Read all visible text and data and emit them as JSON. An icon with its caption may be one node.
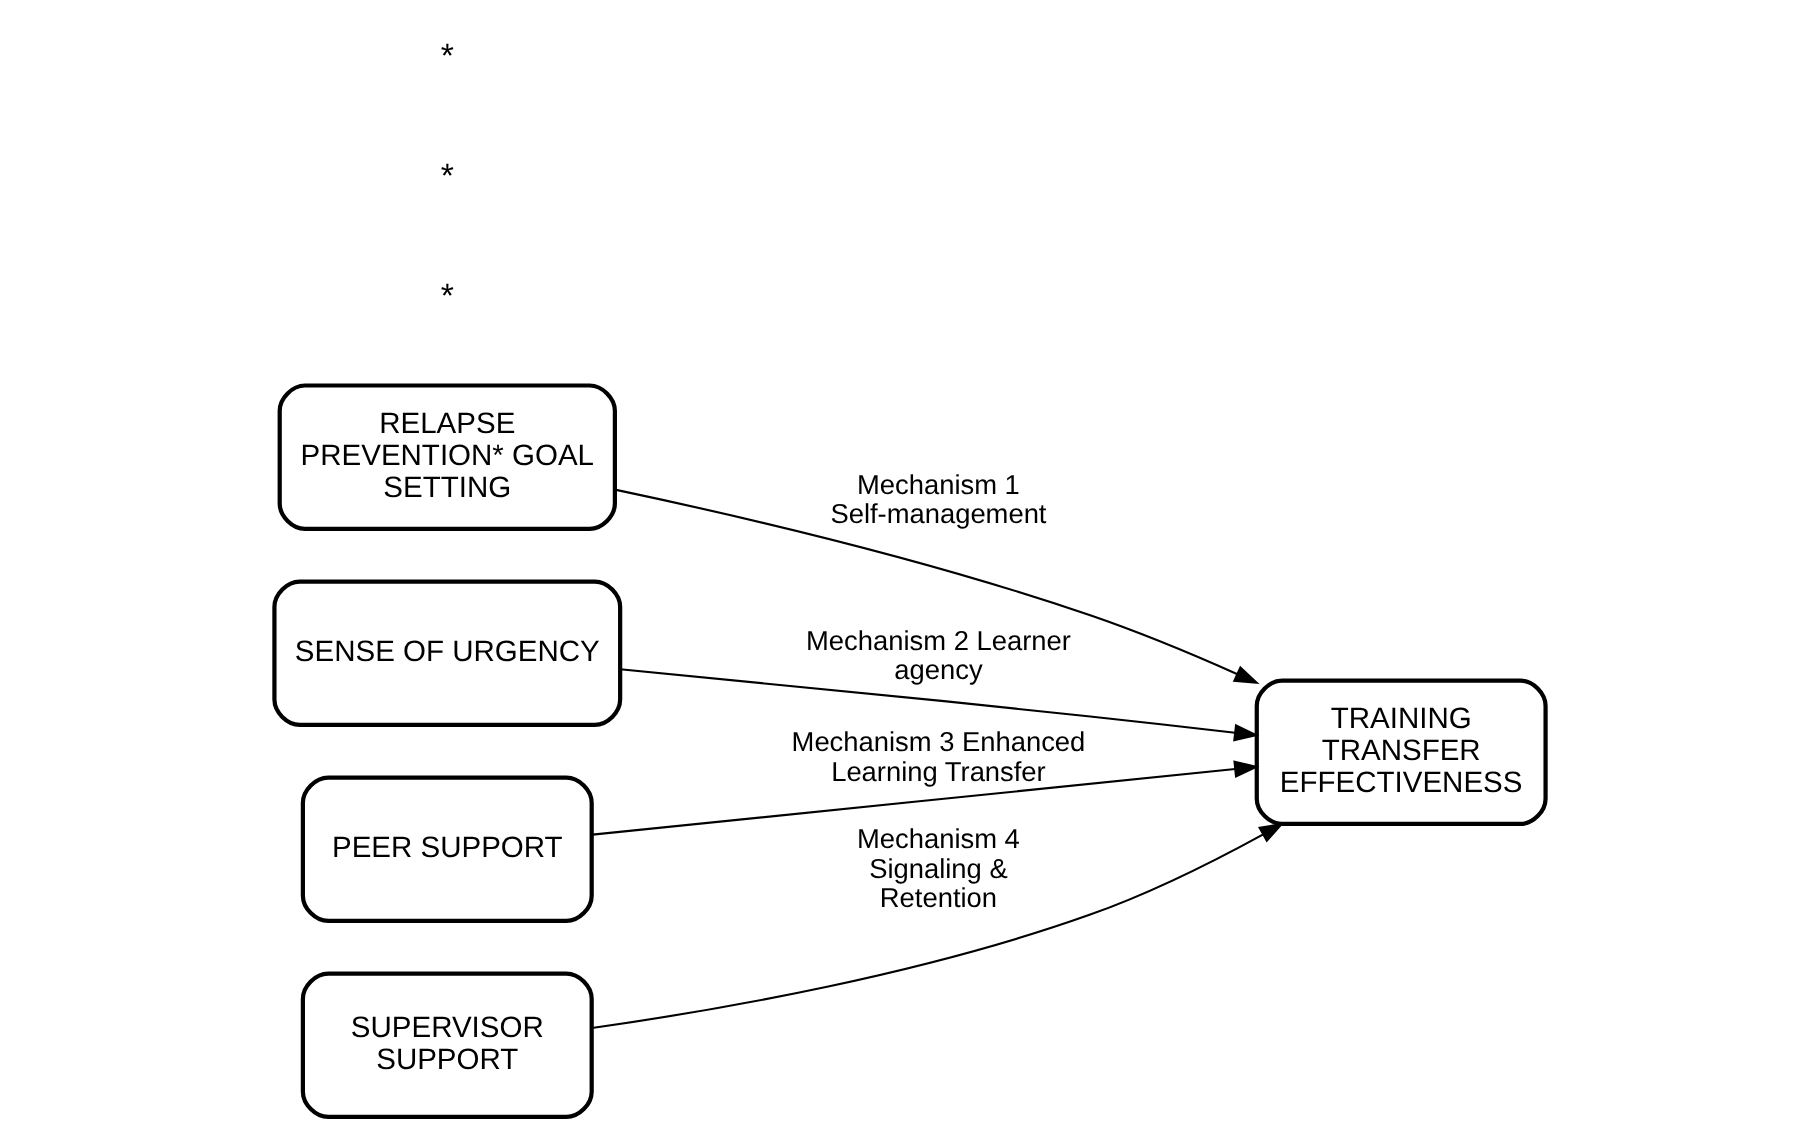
{
  "diagram": {
    "nodes": [
      {
        "text": [
          "RELAPSE PREVENTION* GOAL SETTING"
        ]
      },
      {
        "text": [
          "SENSE OF URGENCY"
        ]
      },
      {
        "text": [
          "PEER SUPPORT"
        ]
      },
      {
        "text": [
          "SUPERVISOR SUPPORT"
        ]
      },
      {
        "text": [
          "TRAINING TRANSFER EFFECTIVENESS"
        ]
      }
    ],
    "edges": [
      {
        "from": 0,
        "to": 4,
        "arrow": "to",
        "label": "Mechanism 1 Self-management"
      },
      {
        "from": 1,
        "to": 4,
        "arrow": "to",
        "label": "Mechanism 2 Learner agency"
      },
      {
        "from": 2,
        "to": 4,
        "arrow": "to",
        "label": "Mechanism 3 Enhanced Learning Transfer"
      },
      {
        "from": 3,
        "to": 4,
        "arrow": "to",
        "label": "Mechanism 4 Signaling & Retention"
      }
    ],
    "labels": [
      "*",
      "*",
      "*"
    ]
  }
}
